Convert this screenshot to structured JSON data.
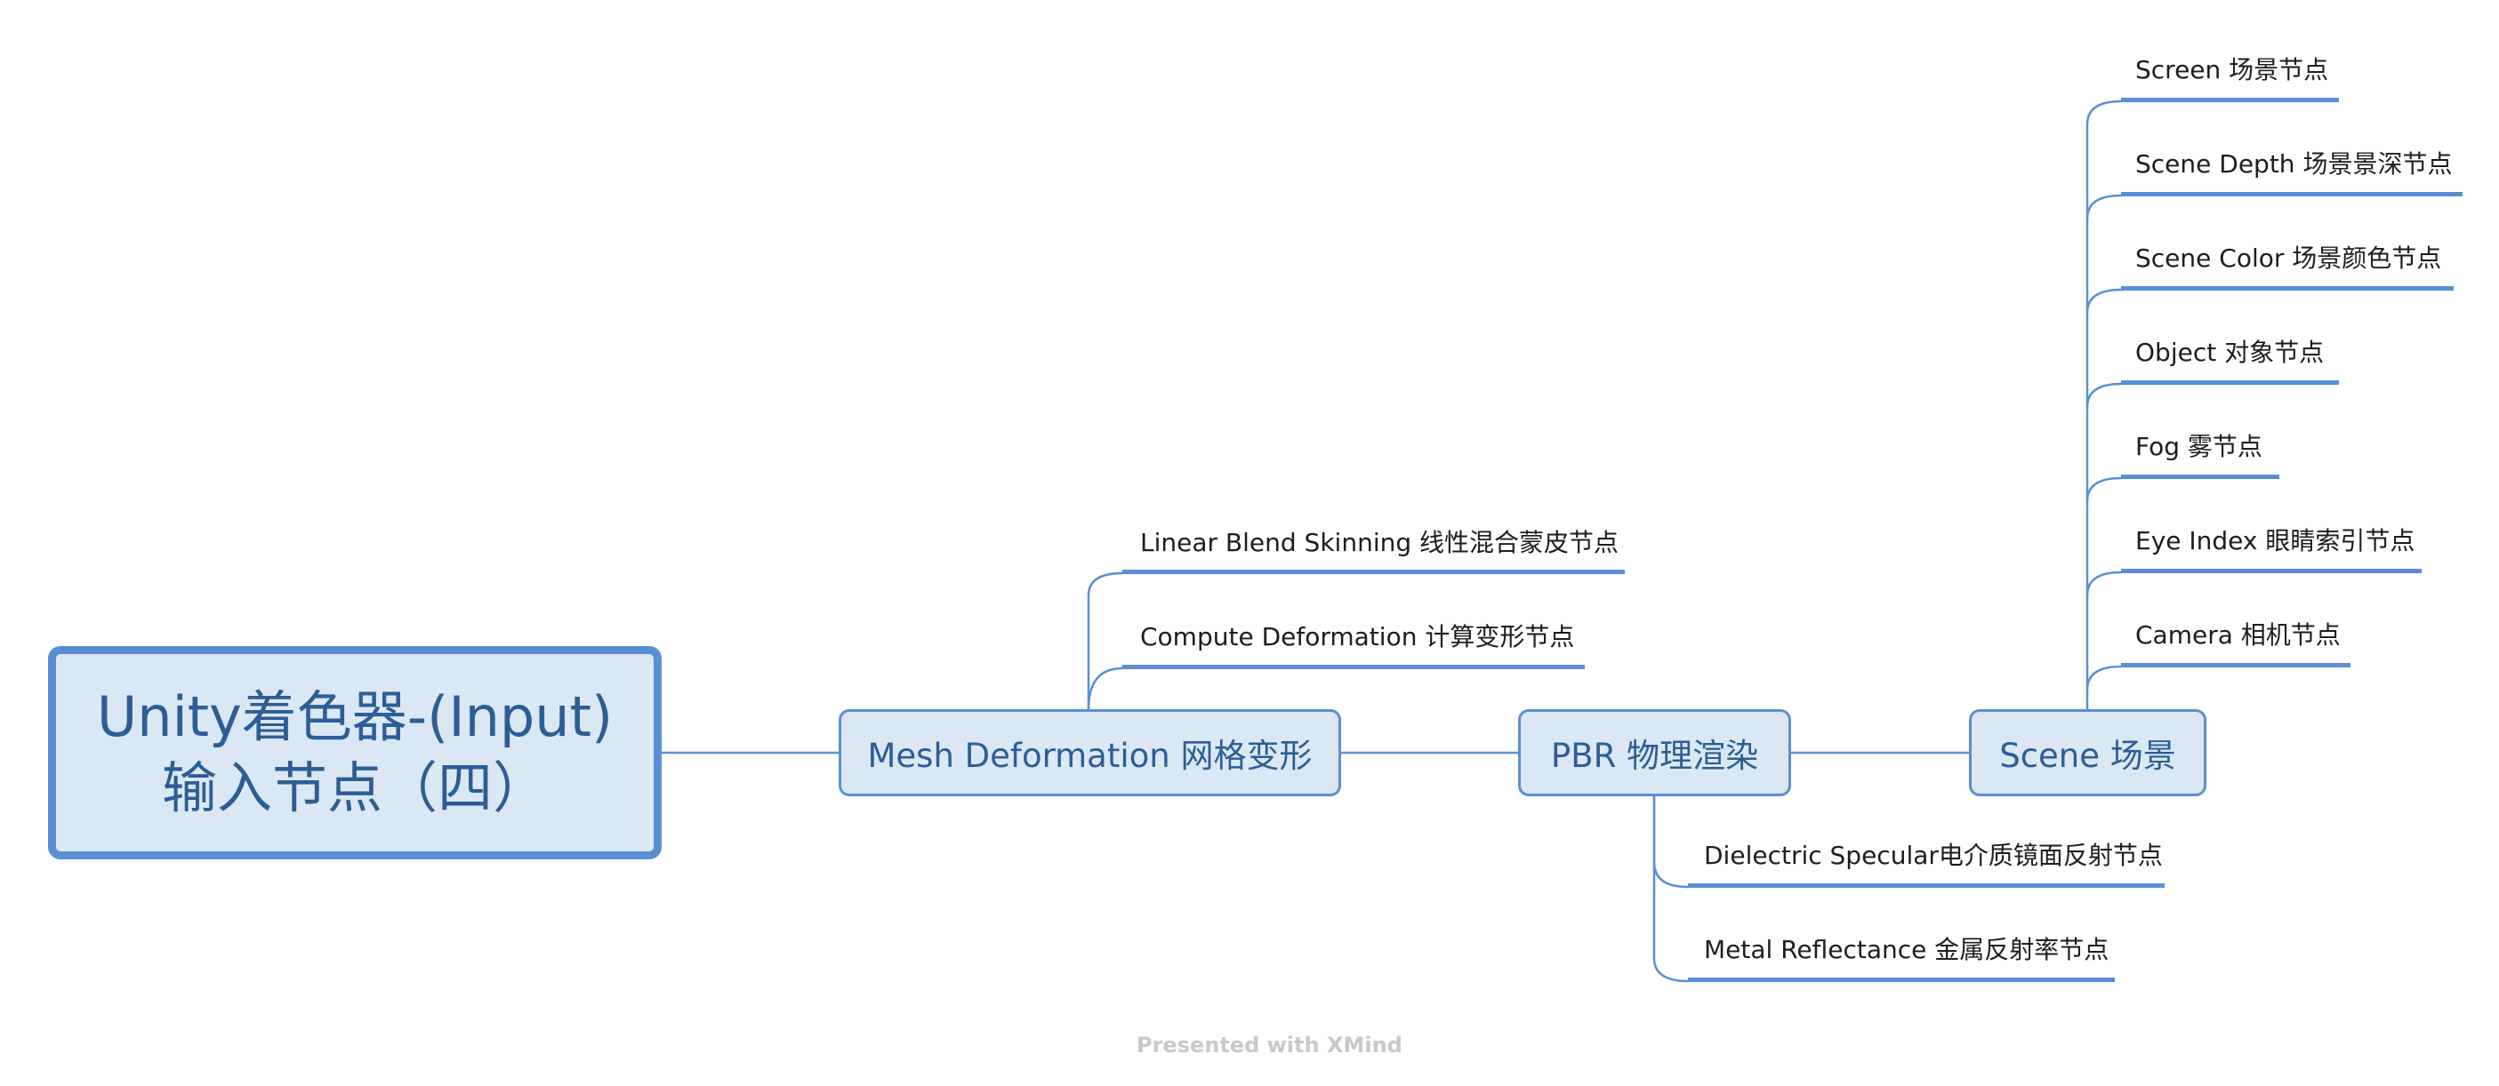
{
  "root": {
    "line1": "Unity着色器-(Input)",
    "line2": "输入节点（四）"
  },
  "topics": {
    "mesh": "Mesh Deformation 网格变形",
    "pbr": "PBR 物理渲染",
    "scene": "Scene 场景"
  },
  "mesh_children": [
    "Linear Blend Skinning 线性混合蒙皮节点",
    "Compute Deformation 计算变形节点"
  ],
  "pbr_children": [
    "Dielectric Specular电介质镜面反射节点",
    "Metal Reflectance 金属反射率节点"
  ],
  "scene_children": [
    "Screen 场景节点",
    "Scene Depth 场景景深节点",
    "Scene Color 场景颜色节点",
    "Object 对象节点",
    "Fog 雾节点",
    "Eye Index 眼睛索引节点",
    "Camera 相机节点"
  ],
  "footer": {
    "credit": "Presented with XMind"
  },
  "colors": {
    "accent": "#5a8fd6",
    "box_fill": "#dce7f4",
    "box_text": "#2c5d95",
    "connector": "#5a8fd6"
  }
}
